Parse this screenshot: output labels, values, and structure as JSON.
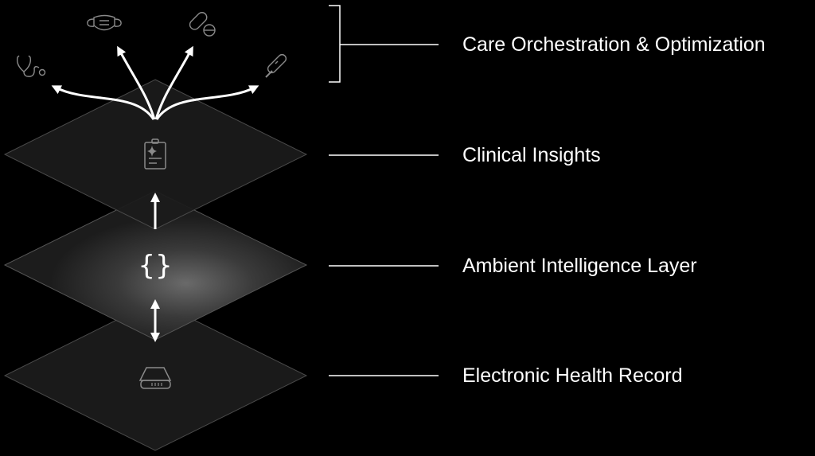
{
  "layers": [
    {
      "label": "Care Orchestration & Optimization",
      "icons": [
        "stethoscope-icon",
        "face-mask-icon",
        "pills-icon",
        "thermometer-icon"
      ]
    },
    {
      "label": "Clinical Insights",
      "icon": "clipboard-sparkle-icon"
    },
    {
      "label": "Ambient Intelligence Layer",
      "icon": "curly-braces-icon",
      "symbol": "{}"
    },
    {
      "label": "Electronic Health Record",
      "icon": "storage-drive-icon"
    }
  ],
  "colors": {
    "background": "#000000",
    "layer": "#1b1b1b",
    "layer_edge": "#4a4a4a",
    "text": "#ffffff",
    "icon": "#8a8a8a"
  }
}
